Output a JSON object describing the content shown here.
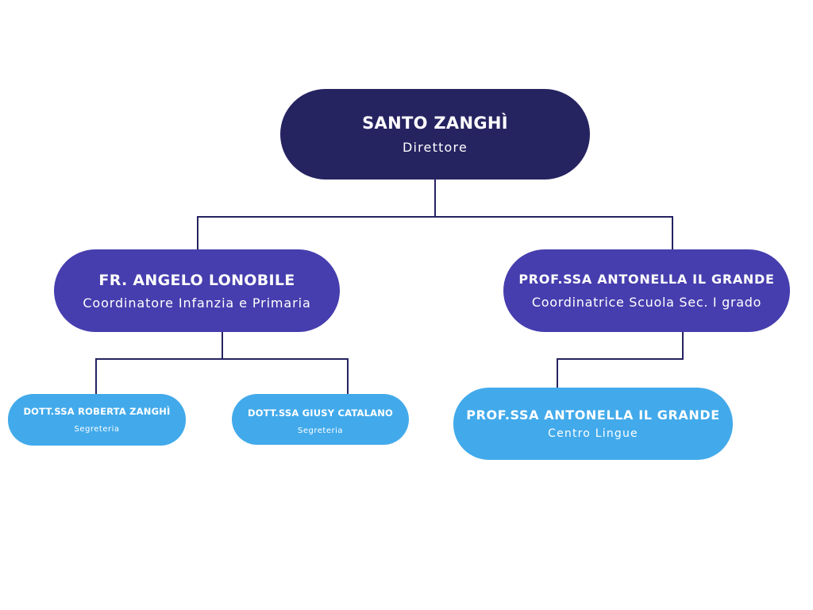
{
  "colors": {
    "director_fill": "#262361",
    "coordinator_fill": "#463eae",
    "staff_fill": "#42aaeb",
    "connector": "#262361",
    "text": "#ffffff",
    "background": "#ffffff"
  },
  "nodes": {
    "director": {
      "name": "SANTO ZANGHÌ",
      "role": "Direttore"
    },
    "angelo": {
      "name": "FR. ANGELO LONOBILE",
      "role": "Coordinatore Infanzia e Primaria"
    },
    "antonella": {
      "name": "PROF.SSA ANTONELLA IL GRANDE",
      "role": "Coordinatrice Scuola Sec. I grado"
    },
    "roberta": {
      "name": "DOTT.SSA ROBERTA ZANGHÌ",
      "role": "Segreteria"
    },
    "giusy": {
      "name": "DOTT.SSA GIUSY CATALANO",
      "role": "Segreteria"
    },
    "lingue": {
      "name": "PROF.SSA ANTONELLA IL GRANDE",
      "role": "Centro Lingue"
    }
  },
  "edges": [
    {
      "from": "director",
      "to": "angelo"
    },
    {
      "from": "director",
      "to": "antonella"
    },
    {
      "from": "angelo",
      "to": "roberta"
    },
    {
      "from": "angelo",
      "to": "giusy"
    },
    {
      "from": "antonella",
      "to": "lingue"
    }
  ]
}
